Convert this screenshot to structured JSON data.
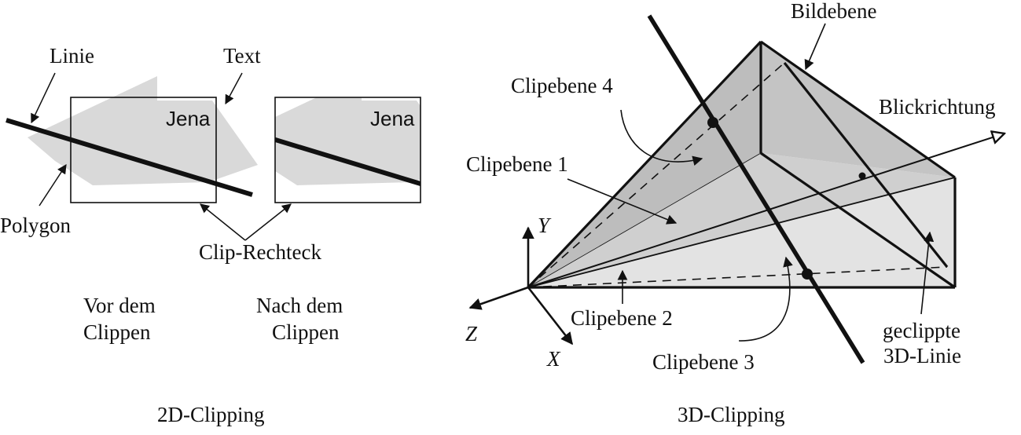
{
  "left": {
    "labels": {
      "linie": "Linie",
      "text": "Text",
      "polygon": "Polygon",
      "clip_rechteck": "Clip-Rechteck",
      "vor_line1": "Vor dem",
      "vor_line2": "Clippen",
      "nach_line1": "Nach dem",
      "nach_line2": "Clippen",
      "jena_before": "Jena",
      "jena_after": "Jena"
    },
    "caption": "2D-Clipping"
  },
  "right": {
    "labels": {
      "bildebene": "Bildebene",
      "clipebene4": "Clipebene 4",
      "blickrichtung": "Blickrichtung",
      "clipebene1": "Clipebene 1",
      "y_axis": "Y",
      "z_axis": "Z",
      "x_axis": "X",
      "clipebene2": "Clipebene 2",
      "clipebene3": "Clipebene 3",
      "geclippte_line1": "geclippte",
      "geclippte_line2": "3D-Linie"
    },
    "caption": "3D-Clipping"
  },
  "colors": {
    "ink": "#111111",
    "polygon_fill": "#d9d9d9",
    "face_dark": "#bdbdbd",
    "face_mid": "#cfcfcf",
    "face_light": "#e3e3e3"
  }
}
